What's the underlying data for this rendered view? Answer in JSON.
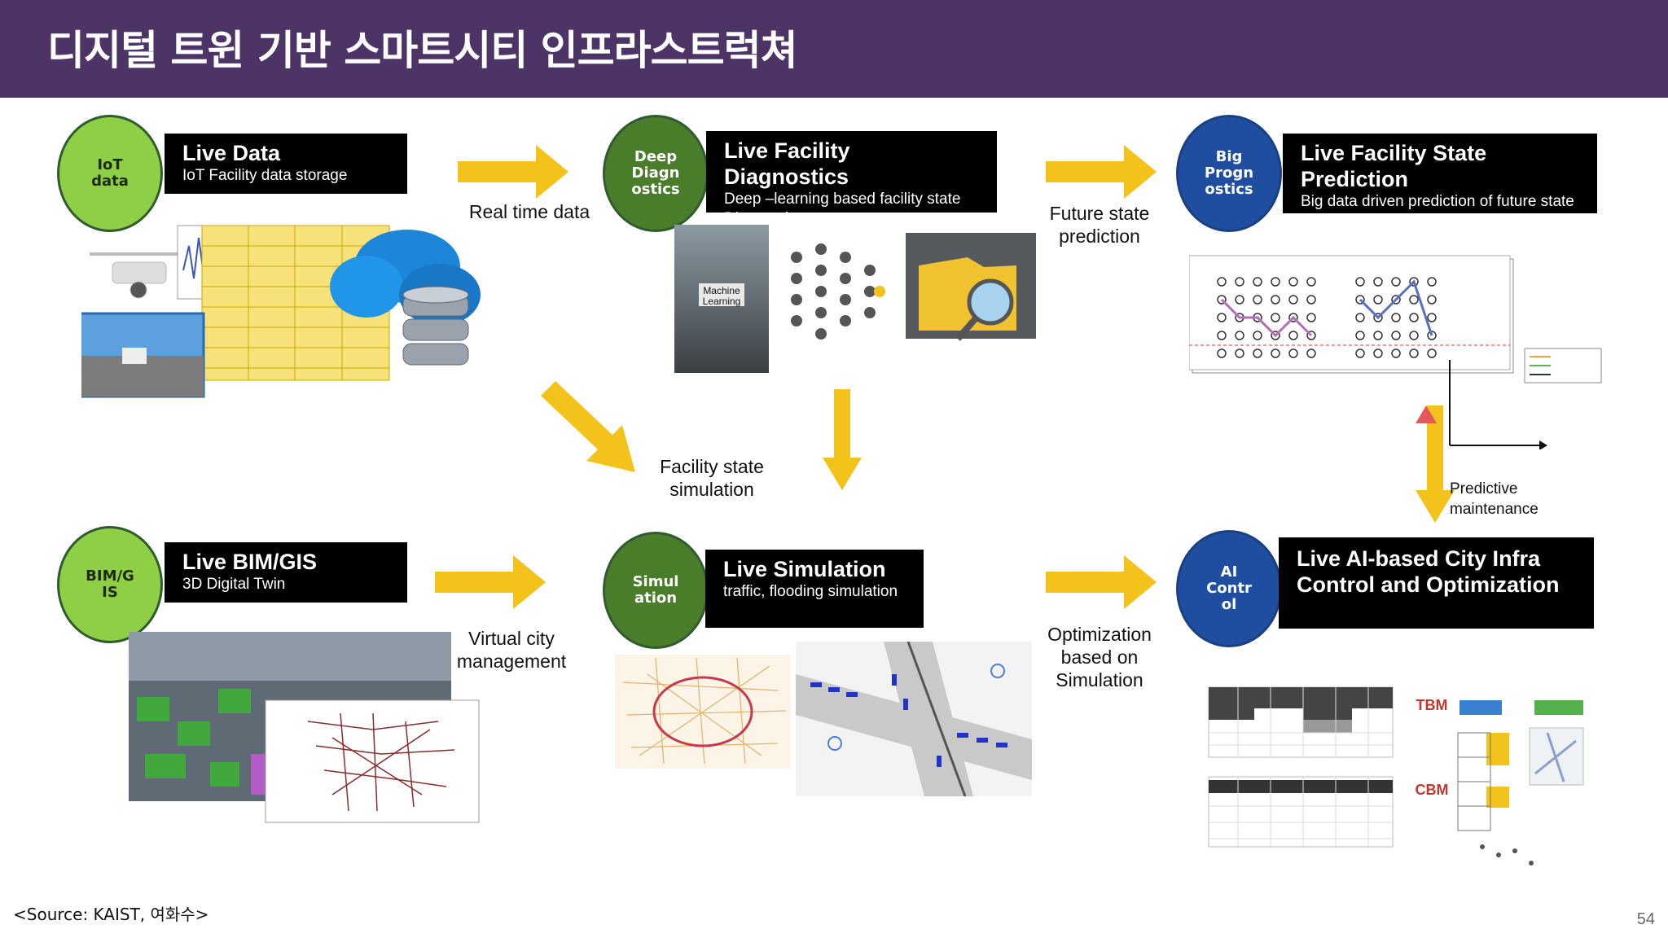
{
  "title": "디지털 트윈 기반 스마트시티 인프라스트럭쳐",
  "nodes": [
    {
      "circle": "IoT\ndata",
      "title": "Live Data",
      "subtitle": "IoT Facility data storage"
    },
    {
      "circle": "Deep\nDiagn\nostics",
      "title": "Live Facility Diagnostics",
      "subtitle": "Deep –learning based facility state Diagnostic"
    },
    {
      "circle": "Big\nProgn\nostics",
      "title": "Live Facility State Prediction",
      "subtitle": "Big data driven prediction of future state"
    },
    {
      "circle": "BIM/G\nIS",
      "title": "Live BIM/GIS",
      "subtitle": "3D Digital Twin"
    },
    {
      "circle": "Simul\nation",
      "title": "Live Simulation",
      "subtitle": "traffic, flooding simulation"
    },
    {
      "circle": "AI\nContr\nol",
      "title": "Live AI-based City Infra Control and Optimization",
      "subtitle": ""
    }
  ],
  "edge_labels": {
    "real_time": "Real time data",
    "future": "Future state\nprediction",
    "facility_sim": "Facility state\nsimulation",
    "virtual_city": "Virtual city\nmanagement",
    "optimization": "Optimization\nbased on\nSimulation",
    "predictive": "Predictive\nmaintenance"
  },
  "image_labels": {
    "machine_learning": "Machine\nLearning",
    "tbm": "TBM",
    "cbm": "CBM"
  },
  "colors": {
    "header": "#4c3466",
    "arrow": "#f3c21b",
    "lime": "#8fcf45",
    "dark_green": "#497d2a",
    "blue": "#1f4ea0"
  },
  "source": "<Source:   KAIST, 여화수>",
  "page_number": "54"
}
